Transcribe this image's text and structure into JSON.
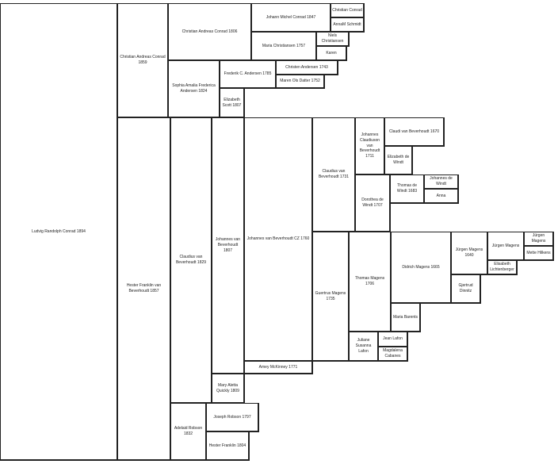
{
  "people": {
    "ludvig": "Ludvig Randolph Conrad 1894",
    "christian_1859": "Christian Andreas Conrad 1859",
    "hester_1857": "Hester Franklin van Beverhoudt 1857",
    "christian_1806": "Christian Andreas Conrad 1806",
    "sophia_1824": "Sophia Amalia Frederica Andersen 1824",
    "johann_1847": "Johann Michel Conrad 1847",
    "christian_conrad": "Christian Conrad",
    "anna_schmidt": "AnnaM Schmidt",
    "maria_christiansen": "Maria Christiansen 1757",
    "niels": "Niels Christiansen",
    "karen": "Karen",
    "frederik": "Frederik C. Andersen 1785",
    "christen": "Christen Andersen 1743",
    "maren": "Maren Ols Datter 1752",
    "elizabeth_scott": "Elizabeth Scott 1807",
    "claudius_1829": "Claudius van Beverhoudt 1829",
    "adelaid": "Adelaid Robson 1832",
    "johannes_1807": "Johannes van Beverhoudt 1807",
    "mary_aletta": "Mary Aletta Quickly 1809",
    "joseph_robson": "Joseph Robson 1797",
    "hester_franklin": "Hester Franklin 1804",
    "johannes_cz": "Johannes van Beverhoudt CZ 1760",
    "amey": "Amey McKinney 1771",
    "claudius_1731": "Claudius van Beverhoudt 1731",
    "guertrus": "Guertrus Magens 1735",
    "johannes_1711": "Johannes Claudiuson van Beverhoudt 1711",
    "dorothea": "Dorothea de Windt 1707",
    "claudi_1670": "Claudi van Beverhoudt 1670",
    "elizabeth_windt": "Elizabeth de Windt",
    "thomas_windt": "Thomas de Windt 1683",
    "johannes_windt": "Johannes de Windt",
    "anna": "Anna",
    "thomas_magens": "Thomas Magens 1706",
    "juliane": "Juliane Susanna Lafon",
    "didrich": "Didrich Magens 1665",
    "maria_barents": "Maria Barents",
    "jean_lafon": "Jean Lafon",
    "magdalena": "Magdalena Cabanes",
    "jurgen_1640": "Jürgen Magens 1640",
    "gjertrud": "Gjertrud Dinnitz",
    "jurgen_2": "Jürgen Magens",
    "elisabeth_l": "Elisabeth Lichtenberger",
    "jurgen_3": "Jürgen Magens",
    "mette": "Mette Hilkens"
  }
}
